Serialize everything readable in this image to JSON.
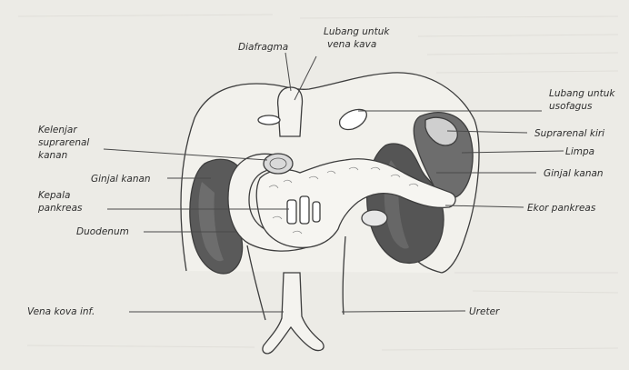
{
  "diagram": {
    "labels": {
      "diafragma": "Diafragma",
      "lubang_vena_1": "Lubang untuk",
      "lubang_vena_2": "vena kava",
      "lubang_usofagus_1": "Lubang untuk",
      "lubang_usofagus_2": "usofagus",
      "kelenjar_1": "Kelenjar",
      "kelenjar_2": "suprarenal",
      "kelenjar_3": "kanan",
      "ginjal_kanan_left": "Ginjal kanan",
      "kepala_1": "Kepala",
      "kepala_2": "pankreas",
      "duodenum": "Duodenum",
      "suprarenal_kiri": "Suprarenal kiri",
      "limpa": "Limpa",
      "ginjal_kanan_right": "Ginjal kanan",
      "ekor_pankreas": "Ekor pankreas",
      "vena_kova": "Vena kova inf.",
      "ureter": "Ureter"
    },
    "colors": {
      "paper": "#ecebe6",
      "ink": "#2e2e2e",
      "kidney": "#5a5a5a",
      "tissue": "#f4f3ef"
    }
  }
}
